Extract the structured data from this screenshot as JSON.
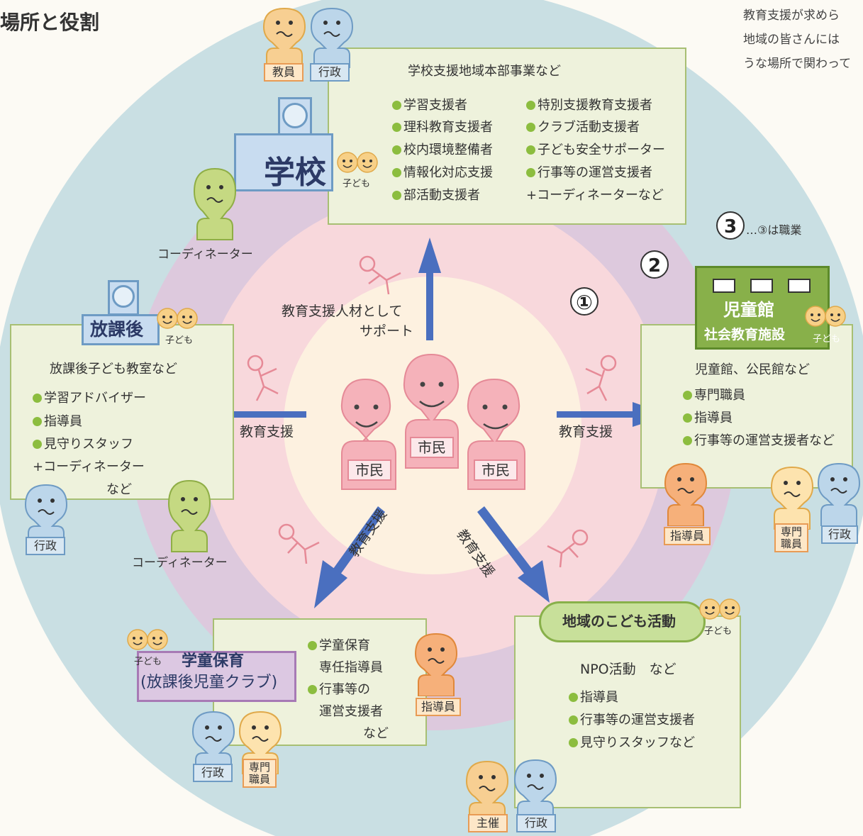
{
  "header": {
    "title": "場所と役割",
    "note_lines": [
      "教育支援が求めら",
      "地域の皆さんには",
      "うな場所で関わって"
    ]
  },
  "rings": [
    {
      "number": "①"
    },
    {
      "number": "2"
    },
    {
      "number": "3",
      "note": "…③は職業"
    }
  ],
  "center": {
    "citizens": [
      "市民",
      "市民",
      "市民"
    ]
  },
  "arrows": {
    "up": {
      "line1": "教育支援人材として",
      "line2": "サポート"
    },
    "left": "教育支援",
    "right": "教育支援",
    "down_left": "教育支援",
    "down_right": "教育支援"
  },
  "school": {
    "title": "学校",
    "kids": "子ども",
    "box_title": "学校支援地域本部事業など",
    "left_items": [
      "学習支援者",
      "理科教育支援者",
      "校内環境整備者",
      "情報化対応支援",
      "部活動支援者"
    ],
    "right_items": [
      "特別支援教育支援者",
      "クラブ活動支援者",
      "子ども安全サポーター",
      "行事等の運営支援者"
    ],
    "extra": "+コーディネーターなど",
    "people": [
      "教員",
      "行政"
    ],
    "coordinator": "コーディネーター"
  },
  "afterschool": {
    "title": "放課後",
    "kids": "子ども",
    "box_title": "放課後子ども教室など",
    "items": [
      "学習アドバイザー",
      "指導員",
      "見守りスタッフ"
    ],
    "extra1": "+コーディネーター",
    "extra2": "など",
    "people": [
      "行政"
    ],
    "coordinator": "コーディネーター"
  },
  "facility": {
    "title": "児童館",
    "subtitle": "社会教育施設",
    "kids": "子ども",
    "box_title": "児童館、公民館など",
    "items": [
      "専門職員",
      "指導員",
      "行事等の運営支援者など"
    ],
    "people": [
      "指導員",
      "専門職員",
      "行政"
    ]
  },
  "gakudo": {
    "title": "学童保育",
    "subtitle": "(放課後児童クラブ)",
    "kids": "子ども",
    "items": [
      "学童保育",
      "専任指導員",
      "行事等の",
      "運営支援者",
      "など"
    ],
    "people": [
      "指導員",
      "行政",
      "専門職員"
    ]
  },
  "community": {
    "title": "地域のこども活動",
    "kids": "子ども",
    "box_title": "NPO活動　など",
    "items": [
      "指導員",
      "行事等の運営支援者",
      "見守りスタッフなど"
    ],
    "people": [
      "主催",
      "行政"
    ]
  },
  "colors": {
    "outer_ring": "#c9dfe3",
    "middle_ring": "#ddc9dd",
    "inner_ring": "#f8d8dc",
    "core": "#fdf1e0",
    "box_fill": "#eef2dc",
    "box_border": "#a7bf73",
    "arrow": "#4a6fbf",
    "citizen": "#f5b2ba",
    "bullet": "#8cbd3f"
  }
}
